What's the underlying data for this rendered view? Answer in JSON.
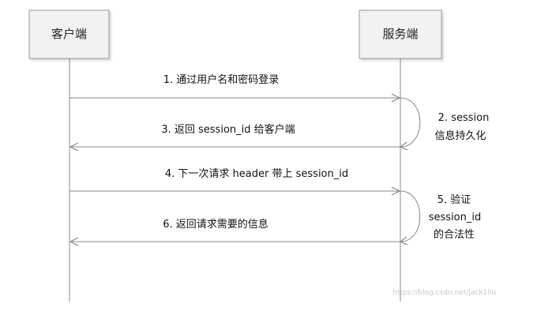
{
  "participants": {
    "client": {
      "label": "客户端"
    },
    "server": {
      "label": "服务端"
    }
  },
  "messages": [
    {
      "label": "1. 通过用户名和密码登录",
      "direction": "client-to-server"
    },
    {
      "label": "3. 返回 session_id 给客户端",
      "direction": "server-to-client"
    },
    {
      "label": "4. 下一次请求 header 带上 session_id",
      "direction": "client-to-server"
    },
    {
      "label": "6. 返回请求需要的信息",
      "direction": "server-to-client"
    }
  ],
  "notes": [
    {
      "lines": [
        "2. session",
        "信息持久化"
      ]
    },
    {
      "lines": [
        "5. 验证",
        "session_id",
        "的合法性"
      ]
    }
  ],
  "watermark": "https://blog.csdn.net/jack1liu",
  "colors": {
    "box_fill": "#f2f2f2",
    "box_stroke": "#9a9a9a",
    "line": "#888888",
    "text": "#111111"
  }
}
